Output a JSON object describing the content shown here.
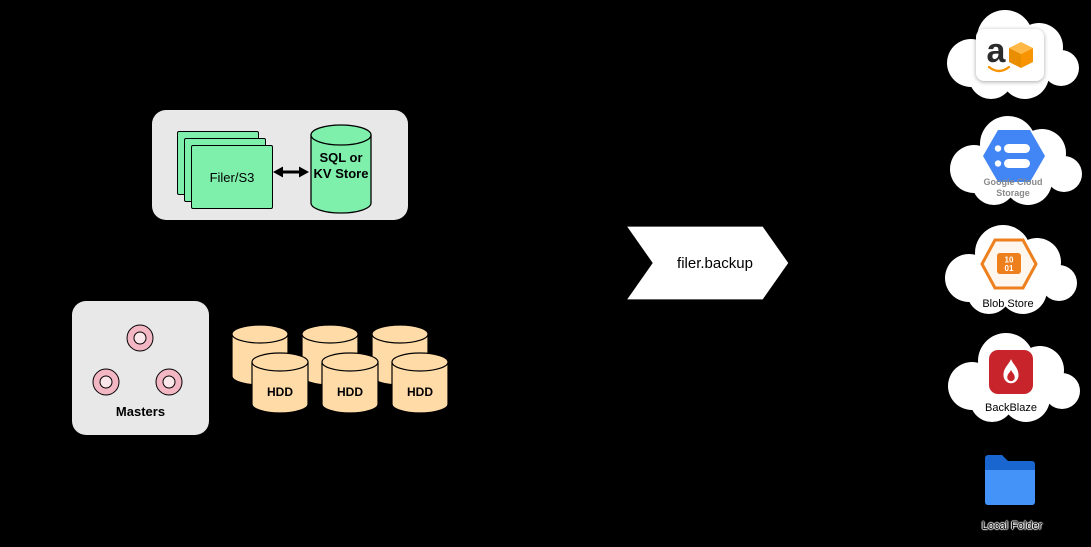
{
  "filer_cluster": {
    "filer_label": "Filer/S3",
    "store_label": "SQL or KV Store"
  },
  "masters": {
    "label": "Masters"
  },
  "volumes": {
    "labels": [
      "HDD",
      "HDD",
      "HDD"
    ]
  },
  "flow": {
    "label": "filer.backup"
  },
  "destinations": {
    "amazon": {
      "icon": "aws-box-icon",
      "icon_letter": "a"
    },
    "google": {
      "icon": "google-cloud-hexagon-icon",
      "label": "Google Cloud Storage"
    },
    "blob": {
      "icon": "blob-store-hexagon-icon",
      "label": "Blob Store",
      "bits_top": "10",
      "bits_bottom": "01"
    },
    "backblaze": {
      "icon": "backblaze-flame-icon",
      "label": "BackBlaze"
    },
    "local": {
      "icon": "folder-icon",
      "label": "Local Folder"
    }
  },
  "colors": {
    "background": "#000000",
    "panel_gray": "#E8E8E8",
    "node_green": "#7FF0AC",
    "hdd_peach": "#FFDBA8",
    "master_pink_ring": "#F3B6C3",
    "master_pink_center": "#FBE6EA",
    "gcs_blue": "#4285F4",
    "blob_orange": "#EE7F1D",
    "backblaze_red": "#C8242C",
    "folder_blue_dark": "#1A66D0",
    "folder_blue_light": "#4493F8",
    "aws_orange": "#F79400"
  }
}
